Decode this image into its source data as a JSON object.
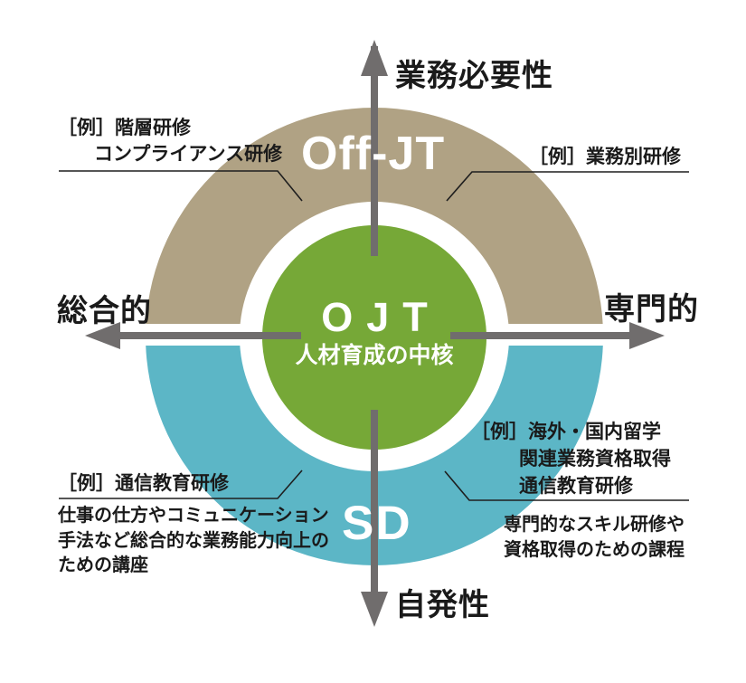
{
  "colors": {
    "ring_top": "#b0a284",
    "ring_bottom": "#5cb6c6",
    "center_circle": "#76a837",
    "axis": "#706d6d",
    "leader": "#1e1e1e",
    "text": "#1a1a1a",
    "label_on_color": "#ffffff"
  },
  "axes": {
    "top": "業務必要性",
    "bottom": "自発性",
    "left": "総合的",
    "right": "専門的"
  },
  "rings": {
    "top": "Off-JT",
    "bottom": "SD"
  },
  "center": {
    "title": "OJT",
    "subtitle": "人材育成の中核"
  },
  "callouts": {
    "top_left": {
      "label_lines": [
        "［例］階層研修",
        "コンプライアンス研修"
      ]
    },
    "top_right": {
      "label_lines": [
        "［例］業務別研修"
      ]
    },
    "bottom_left": {
      "label_lines": [
        "［例］通信教育研修"
      ],
      "desc_lines": [
        "仕事の仕方やコミュニケーション",
        "手法など総合的な業務能力向上の",
        "ための講座"
      ]
    },
    "bottom_right": {
      "label_lines": [
        "［例］海外・国内留学",
        "関連業務資格取得",
        "通信教育研修"
      ],
      "desc_lines": [
        "専門的なスキル研修や",
        "資格取得のための課程"
      ]
    }
  }
}
